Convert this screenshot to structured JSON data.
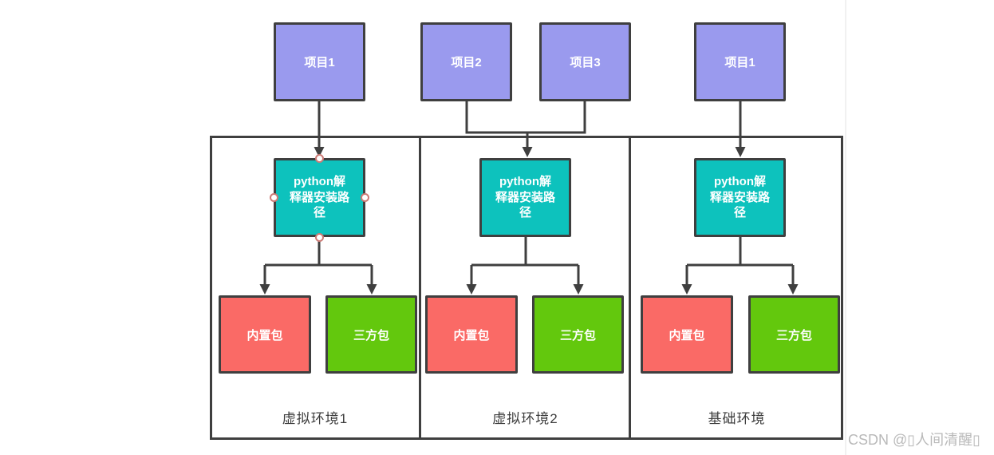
{
  "diagram": {
    "projects": [
      {
        "label": "项目1"
      },
      {
        "label": "项目2"
      },
      {
        "label": "项目3"
      },
      {
        "label": "项目1"
      }
    ],
    "environments": [
      {
        "name": "虚拟环境1",
        "interpreter": "python解释器安装路径",
        "builtin": "内置包",
        "thirdparty": "三方包"
      },
      {
        "name": "虚拟环境2",
        "interpreter": "python解释器安装路径",
        "builtin": "内置包",
        "thirdparty": "三方包"
      },
      {
        "name": "基础环境",
        "interpreter": "python解释器安装路径",
        "builtin": "内置包",
        "thirdparty": "三方包"
      }
    ],
    "colors": {
      "project_fill": "#9a9aee",
      "interpreter_fill": "#0dc2bd",
      "builtin_fill": "#fa6a66",
      "thirdparty_fill": "#63c80d",
      "stroke": "#3f3f3f",
      "connection_point_ring": "#cc7a75"
    }
  },
  "watermark": {
    "text": "CSDN @▯人间清醒▯"
  }
}
